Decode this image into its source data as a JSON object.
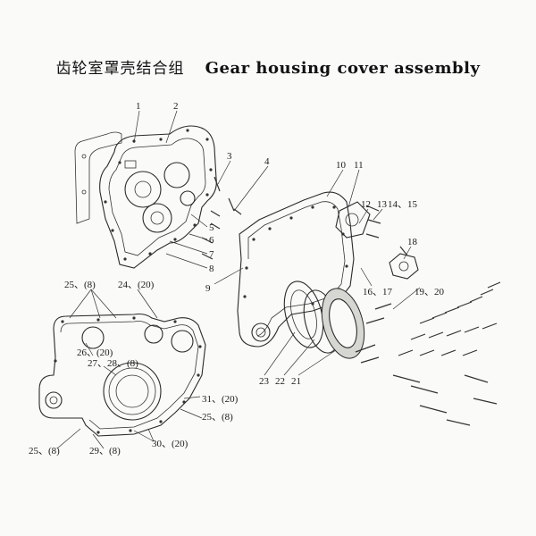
{
  "title": {
    "chinese": "齿轮室罩壳结合组",
    "english": "Gear housing cover assembly"
  },
  "callouts": [
    {
      "id": "c1",
      "text": "1"
    },
    {
      "id": "c2",
      "text": "2"
    },
    {
      "id": "c3",
      "text": "3"
    },
    {
      "id": "c4",
      "text": "4"
    },
    {
      "id": "c5",
      "text": "5"
    },
    {
      "id": "c6",
      "text": "6"
    },
    {
      "id": "c7",
      "text": "7"
    },
    {
      "id": "c8",
      "text": "8"
    },
    {
      "id": "c9",
      "text": "9"
    },
    {
      "id": "c10",
      "text": "10"
    },
    {
      "id": "c11",
      "text": "11"
    },
    {
      "id": "c12",
      "text": "12"
    },
    {
      "id": "c13",
      "text": "13"
    },
    {
      "id": "c14",
      "text": "14、15"
    },
    {
      "id": "c18",
      "text": "18"
    },
    {
      "id": "c16",
      "text": "16、17"
    },
    {
      "id": "c19",
      "text": "19、20"
    },
    {
      "id": "c23",
      "text": "23"
    },
    {
      "id": "c22",
      "text": "22"
    },
    {
      "id": "c21",
      "text": "21"
    },
    {
      "id": "c25a",
      "text": "25、(8)"
    },
    {
      "id": "c24",
      "text": "24、(20)"
    },
    {
      "id": "c26",
      "text": "26、(20)"
    },
    {
      "id": "c27",
      "text": "27、28、(8)"
    },
    {
      "id": "c31",
      "text": "31、(20)"
    },
    {
      "id": "c25b",
      "text": "25、(8)"
    },
    {
      "id": "c25c",
      "text": "25、(8)"
    },
    {
      "id": "c29",
      "text": "29、(8)"
    },
    {
      "id": "c30",
      "text": "30、(20)"
    }
  ]
}
